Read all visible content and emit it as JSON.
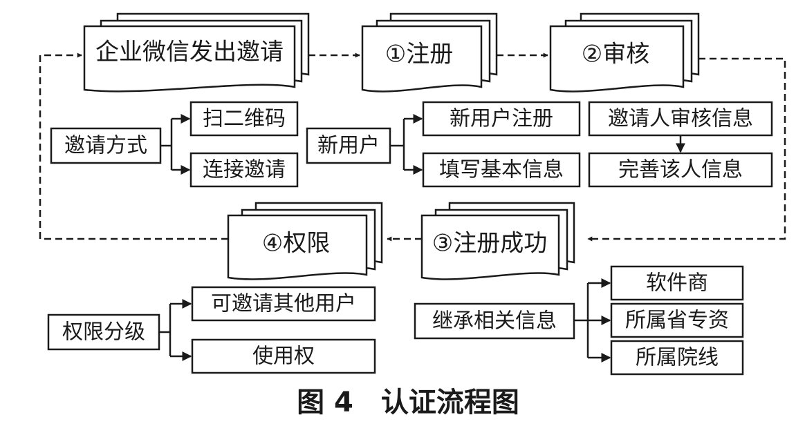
{
  "flow": {
    "invite": "企业微信发出邀请",
    "register": "①注册",
    "review": "②审核",
    "success": "③注册成功",
    "permission": "④权限"
  },
  "invite_methods": {
    "label": "邀请方式",
    "options": [
      "扫二维码",
      "连接邀请"
    ]
  },
  "new_user": {
    "label": "新用户",
    "options": [
      "新用户注册",
      "填写基本信息"
    ]
  },
  "review_steps": {
    "first": "邀请人审核信息",
    "second": "完善该人信息"
  },
  "permission_levels": {
    "label": "权限分级",
    "options": [
      "可邀请其他用户",
      "使用权"
    ]
  },
  "inherit": {
    "label": "继承相关信息",
    "options": [
      "软件商",
      "所属省专资",
      "所属院线"
    ]
  },
  "caption": "图 4　认证流程图"
}
